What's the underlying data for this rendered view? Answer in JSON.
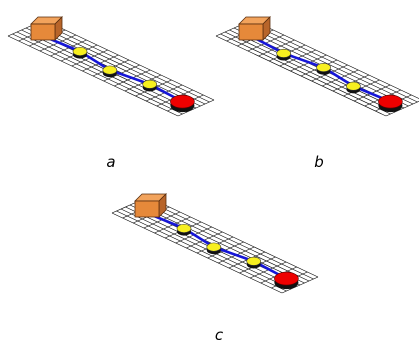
{
  "panels": [
    {
      "label": "a",
      "node_count": 3
    },
    {
      "label": "b",
      "node_count": 3
    },
    {
      "label": "c",
      "node_count": 3
    }
  ],
  "colors": {
    "grid_line": "#000000",
    "path_line": "#1616d8",
    "box_front": "#e6893a",
    "box_top": "#f2a35c",
    "box_side": "#b8652a",
    "node_fill": "#f7ef1f",
    "end_fill": "#ee0000",
    "disc_base": "#111111"
  },
  "icons": {
    "start": "orange-box-icon",
    "node": "yellow-disc-icon",
    "end": "red-disc-icon"
  }
}
